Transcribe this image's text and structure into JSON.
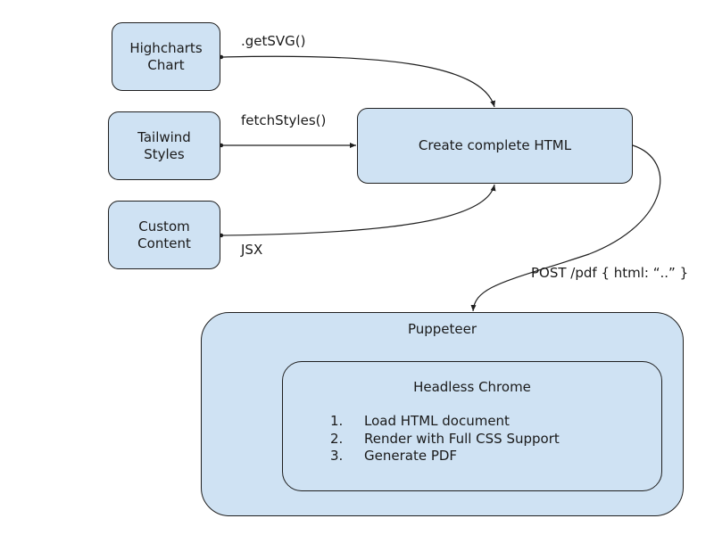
{
  "nodes": {
    "highcharts": "Highcharts\nChart",
    "tailwind": "Tailwind\nStyles",
    "custom": "Custom\nContent",
    "create": "Create complete HTML",
    "puppeteer": "Puppeteer",
    "headless": "Headless Chrome"
  },
  "steps": [
    {
      "num": "1.",
      "text": "Load HTML document"
    },
    {
      "num": "2.",
      "text": "Render with Full CSS Support"
    },
    {
      "num": "3.",
      "text": "Generate PDF"
    }
  ],
  "edges": {
    "getsvg": ".getSVG()",
    "fetch": "fetchStyles()",
    "jsx": "JSX",
    "post": "POST /pdf { html: “..” }"
  }
}
